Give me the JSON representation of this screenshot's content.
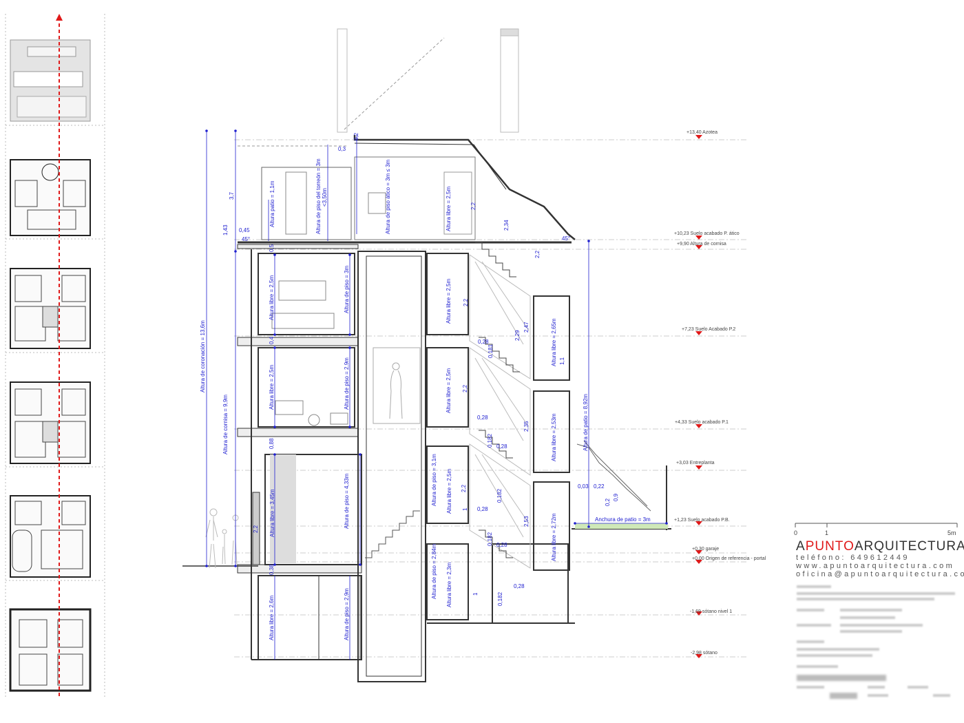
{
  "levels": [
    {
      "label": "+13,40 Azotea"
    },
    {
      "label": "+10,23 Suelo acabado P. ático"
    },
    {
      "label": "+9,90 Altura de cornisa"
    },
    {
      "label": "+7,23 Suelo Acabado P.2"
    },
    {
      "label": "+4,33 Suelo acabado P.1"
    },
    {
      "label": "+3,03 Entreplanta"
    },
    {
      "label": "+1,23 Suelo acabado P.B."
    },
    {
      "label": "+0,30 garaje"
    },
    {
      "label": "+0,00 Origen de referencia - portal"
    },
    {
      "label": "-1,69 sótano nivel 1"
    },
    {
      "label": "-2,98 sótano"
    }
  ],
  "dimensions": {
    "coronacion": "Altura de coronación = 13,6m",
    "cornisa": "Altura de cornisa = 9,9m",
    "d37": "3,7",
    "d143": "1,43",
    "d045": "0,45",
    "a45": "45°",
    "patio_torreon": "Altura patio = 1,1m",
    "piso_torreon_1": "Altura de piso del torreón = 3m",
    "piso_torreon_2": "<3,50m",
    "d03": "0,3",
    "d02": "0,2",
    "piso_atico": "Altura de piso ático = 3m ≤ 3m",
    "libre_atico": "Altura libre = 2,5m",
    "d22a": "2,2",
    "d234": "2,34",
    "d22b": "2,2",
    "a45b": "45°",
    "d05": "0,5",
    "libre_p2_left": "Altura libre = 2,5m",
    "piso_p2_left": "Altura de piso = 3m",
    "d04": "0,4",
    "libre_p1_left": "Altura libre = 2,5m",
    "piso_p1_left": "Altura de piso = 2,9m",
    "d088": "0,88",
    "libre_pb_left": "Altura libre = 3,45m",
    "piso_pb_left": "Altura de piso = 4,33m",
    "d22c": "2,2",
    "d038": "0,38",
    "libre_sot_left": "Altura libre = 2,6m",
    "piso_sot_left": "Altura de piso = 2,9m",
    "libre_p2_rear": "Altura libre = 2,5m",
    "d22d": "2,2",
    "d229": "2,29",
    "d247": "2,47",
    "libre_265": "Altura libre = 2,65m",
    "d11": "1,1",
    "d028a": "0,28",
    "d0181a": "0,181",
    "libre_p1_rear": "Altura libre = 2,5m",
    "d22e": "2,2",
    "d028b": "0,28",
    "d235": "2,35",
    "libre_253": "Altura libre = 2,53m",
    "patio_892": "Altura de patio = 8,92m",
    "d0182a": "0,182",
    "d028c": "0,28",
    "piso_31": "Altura de piso = 3,1m",
    "libre_ent": "Altura libre = 2,5m",
    "d22f": "2,2",
    "d1a": "1",
    "d0182b": "0,182",
    "d028d": "0,28",
    "d253": "2,53",
    "libre_272": "Altura libre = 2,72m",
    "d003": "0,03",
    "d022": "0,22",
    "d02b": "0,2",
    "d09": "0,9",
    "anchura_patio": "Anchura de patio = 3m",
    "d0182c": "0,182",
    "d028e": "0,28",
    "piso_284": "Altura de piso = 2,84m",
    "libre_23": "Altura libre = 2,3m",
    "d1b": "1",
    "d0182d": "0,182",
    "d028f": "0,28"
  },
  "scale": {
    "zero": "0",
    "one": "1",
    "five": "5m"
  },
  "brand": {
    "a": "A",
    "punto": "PUNTO",
    "rest": "ARQUITECTURA"
  },
  "contact": {
    "phone": "teléfono: 649612449",
    "web": "www.apuntoarquitectura.com",
    "email": "oficina@apuntoarquitectura.com"
  },
  "colors": {
    "accent": "#e01919",
    "dimension": "#2020d0"
  }
}
